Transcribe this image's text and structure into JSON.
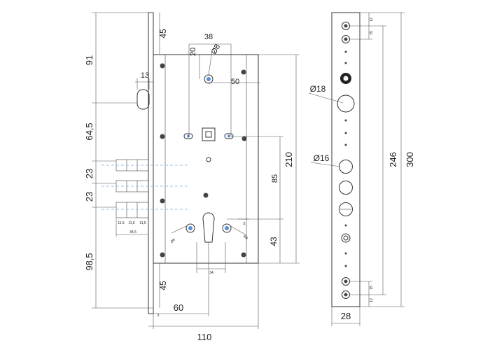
{
  "dimensions": {
    "left_height_91": "91",
    "left_height_64_5": "64,5",
    "left_height_23_a": "23",
    "left_height_23_b": "23",
    "left_height_98_5": "98,5",
    "faceplate_top_45": "45",
    "faceplate_bottom_45": "45",
    "spindle_width_38": "38",
    "spindle_offset_20": "20",
    "pin_diameter_8": "Ø8",
    "pin_offset_50": "50",
    "hook_width_13": "13",
    "case_height_210": "210",
    "center_distance_85": "85",
    "cylinder_to_bottom_43": "43",
    "backset_60": "60",
    "case_width_110": "110",
    "bolt_spacing_1": "11,5",
    "bolt_spacing_2": "11,5",
    "bolt_spacing_3": "11,5",
    "bolt_throw_34_5": "34,5",
    "cylinder_width_34": "34",
    "screw_hole_left": "Ø8",
    "screw_hole_right": "Ø8",
    "small_dim_5": "5",
    "faceplate_thickness_3": "3"
  },
  "front_view": {
    "hole_18": "Ø18",
    "hole_16": "Ø16",
    "overall_length_300": "300",
    "hole_spacing_246": "246",
    "faceplate_width_28": "28",
    "top_spacing_12": "12",
    "top_spacing_15": "15",
    "bottom_spacing_15": "15",
    "bottom_spacing_12": "12"
  }
}
